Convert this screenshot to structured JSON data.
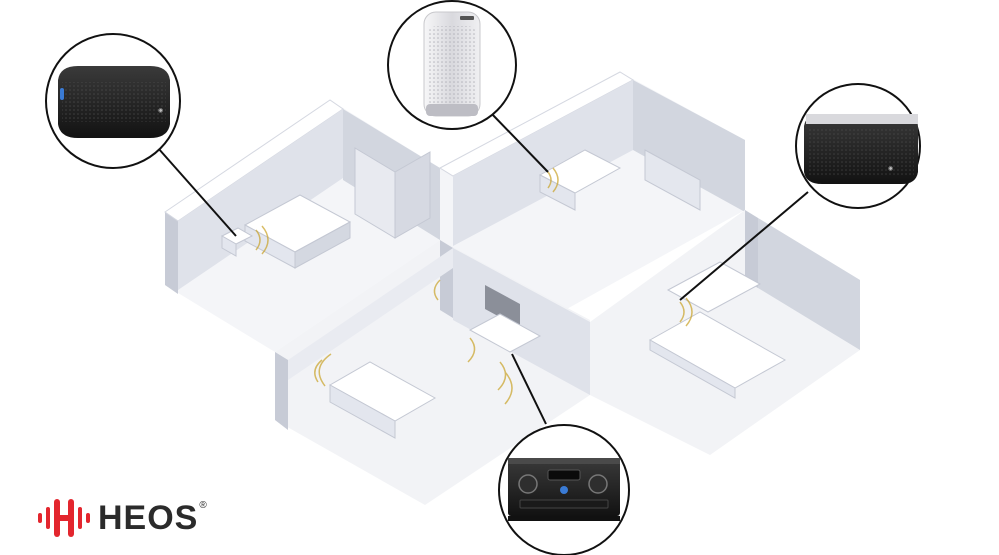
{
  "brand": {
    "name": "HEOS",
    "trademark": "®",
    "accent": "#e3262e",
    "icon": "heos-wave-logo"
  },
  "colors": {
    "wall_outer": "#ffffff",
    "wall_face": "#dadde6",
    "wall_shade": "#c7cbd6",
    "floor": "#f4f5f8",
    "callout_ring": "#111111",
    "device_dark": "#222222",
    "device_light": "#e9e9ec",
    "sound_waves": "#c9a227"
  },
  "rooms": [
    {
      "id": "bedroom",
      "device": "speaker-black-small-icon"
    },
    {
      "id": "office",
      "device": "speaker-white-tall-icon"
    },
    {
      "id": "dining-kitchen",
      "device": "speaker-black-large-icon"
    },
    {
      "id": "living-room",
      "device": "av-receiver-icon"
    }
  ]
}
